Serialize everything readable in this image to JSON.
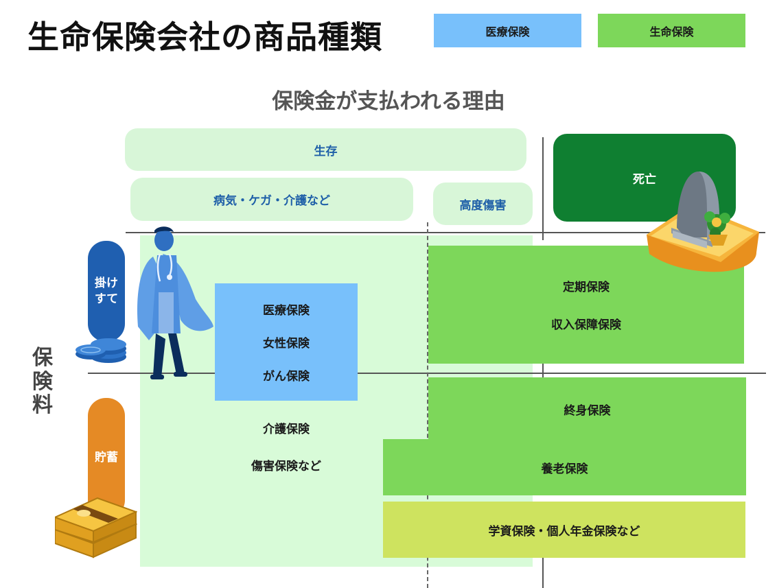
{
  "title": "生命保険会社の商品種類",
  "legend": {
    "medical": "医療保険",
    "life": "生命保険"
  },
  "axis_top": "保険金が支払われる理由",
  "axis_left": "保険料",
  "reasons": {
    "survival": "生存",
    "illness": "病気・ケガ・介護など",
    "disability": "高度傷害",
    "death": "死亡"
  },
  "premiums": {
    "term": "掛け\nすて",
    "savings": "貯蓄"
  },
  "products": {
    "medical_group": [
      "医療保険",
      "女性保険",
      "がん保険"
    ],
    "care": "介護保険",
    "injury": "傷害保険など",
    "term": "定期保険",
    "income": "収入保障保険",
    "whole": "終身保険",
    "endowment": "養老保険",
    "education": "学資保険・個人年金保険など"
  },
  "colors": {
    "medical": "#78c0fb",
    "life": "#7dd75a",
    "living_zone": "#d8fbd8",
    "death": "#0f7f31",
    "education": "#cee35f",
    "term_pill": "#1f5fb0",
    "savings_pill": "#e58a25"
  },
  "illustrations": [
    "doctor-figure",
    "coins-icon",
    "cash-bundle-icon",
    "gravestone-icon"
  ]
}
